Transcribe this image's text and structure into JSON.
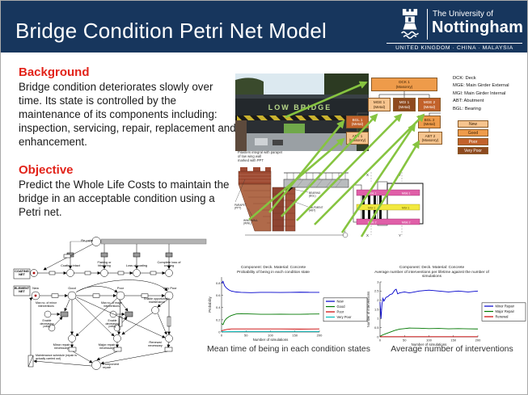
{
  "slide": {
    "title": "Bridge Condition Petri Net Model",
    "logo": {
      "line1": "The University of",
      "line2": "Nottingham",
      "tagline": "UNITED KINGDOM · CHINA · MALAYSIA"
    },
    "colors": {
      "header_bg": "#17365d",
      "heading_red": "#e2231a",
      "arrow_green": "#86c440"
    }
  },
  "background": {
    "heading": "Background",
    "body": "Bridge condition deteriorates slowly over time.  Its state is controlled by the maintenance of its components including: inspection, servicing, repair, replacement and enhancement."
  },
  "objective": {
    "heading": "Objective",
    "body": "Predict the Whole Life Costs to maintain the bridge in an acceptable condition using a Petri net."
  },
  "photo": {
    "sign": "LOW BRIDGE",
    "caption": "Pilasters integral with parapet\nof low wing wall\nmarked with PPT"
  },
  "cross_section": {
    "parapet": "PARAPET\n(PPT)",
    "wing_wall": "WING WALL\n(WWL)",
    "abutment": "ABUTMENT\n(ABT)",
    "bearing": "BEARING\n(BGL)",
    "y_marker": "Y"
  },
  "plan": {
    "mge1": "MGE 1",
    "mgi1": "MGI 1",
    "mge2": "MGE 2",
    "x_marker": "X",
    "y_marker": "Y"
  },
  "hierarchy": {
    "boxes": [
      {
        "label": "DCK 1\n(Masonry)",
        "state": "good"
      },
      {
        "label": "MGE 1\n(Metal)",
        "state": "new"
      },
      {
        "label": "MGI 1\n(Metal)",
        "state": "verypoor"
      },
      {
        "label": "MGE 2\n(Metal)",
        "state": "poor"
      },
      {
        "label": "BGL 1\n(Metal)",
        "state": "poor"
      },
      {
        "label": "ABT 1\n(Masonry)",
        "state": "new"
      },
      {
        "label": "BGL 2\n(Metal)",
        "state": "good"
      },
      {
        "label": "ABT 2\n(Masonry)",
        "state": "new"
      }
    ],
    "legend_lines": [
      "DCK: Deck",
      "MGE: Main Girder External",
      "MGI: Main Girder Internal",
      "ABT: Abutment",
      "BGL: Bearing"
    ],
    "states": [
      {
        "key": "new",
        "label": "New",
        "color": "#f6c48e"
      },
      {
        "key": "good",
        "label": "Good",
        "color": "#ee9b4a"
      },
      {
        "key": "poor",
        "label": "Poor",
        "color": "#c2622b"
      },
      {
        "key": "verypoor",
        "label": "Very Poor",
        "color": "#8e4a1f"
      }
    ]
  },
  "petri": {
    "net1": "COATING\nNET",
    "net2": "ELEMENT\nNET",
    "repaint": "Re-paint",
    "coating_states": [
      "Coating intact",
      "Flaking or blistering",
      "Loss of coating",
      "Complete loss of coating"
    ],
    "element_states": [
      "New",
      "Good",
      "Poor",
      "Very Poor"
    ],
    "minor_max": "Max no. of minor interventions",
    "minor_enable": "Enable decreasing policy",
    "major_max": "Max no. of major interventions",
    "major_enable": "Enable decreasing policy",
    "opportunistic": "Enable opportunistic maintenance",
    "minor_rep": "Minor repair necessary",
    "major_rep": "Major repair necessary",
    "renewal": "Renewal necessary",
    "schedule": "Maintenance schedule (repair is actually carried out)",
    "component_repair": "Component repair"
  },
  "chart_data": [
    {
      "type": "line",
      "title": "Component: Deck. Material: Concrete",
      "subtitle": "Probability of being in each condition state",
      "xlabel": "Number of simulations",
      "ylabel": "Probability",
      "xlim": [
        0,
        200
      ],
      "ylim": [
        0,
        0.9
      ],
      "xticks": [
        0,
        50,
        100,
        150,
        200
      ],
      "yticks": [
        0,
        0.2,
        0.4,
        0.6,
        0.8
      ],
      "legend_position": "right",
      "series": [
        {
          "name": "New",
          "color": "#0000cc",
          "x": [
            0,
            3,
            6,
            10,
            15,
            20,
            30,
            40,
            60,
            80,
            100,
            120,
            140,
            160,
            180,
            200
          ],
          "y": [
            0.8,
            0.83,
            0.76,
            0.72,
            0.69,
            0.67,
            0.655,
            0.65,
            0.645,
            0.65,
            0.65,
            0.648,
            0.65,
            0.652,
            0.65,
            0.65
          ]
        },
        {
          "name": "Good",
          "color": "#007700",
          "x": [
            0,
            3,
            6,
            10,
            15,
            20,
            30,
            40,
            60,
            80,
            100,
            120,
            140,
            160,
            180,
            200
          ],
          "y": [
            0.14,
            0.12,
            0.18,
            0.22,
            0.25,
            0.27,
            0.295,
            0.3,
            0.295,
            0.29,
            0.29,
            0.292,
            0.29,
            0.29,
            0.293,
            0.295
          ]
        },
        {
          "name": "Poor",
          "color": "#cc0000",
          "x": [
            0,
            10,
            20,
            40,
            80,
            120,
            160,
            200
          ],
          "y": [
            0.02,
            0.04,
            0.05,
            0.05,
            0.05,
            0.05,
            0.048,
            0.05
          ]
        },
        {
          "name": "Very Poor",
          "color": "#00bbbb",
          "x": [
            0,
            50,
            100,
            150,
            200
          ],
          "y": [
            0.005,
            0.007,
            0.007,
            0.007,
            0.007
          ]
        }
      ]
    },
    {
      "type": "line",
      "title": "Component: Deck. Material: Concrete",
      "subtitle": "Average number of interventions per lifetime against the number of simulations",
      "xlabel": "Number of simulations",
      "ylabel": "Number of interventions",
      "xlim": [
        0,
        200
      ],
      "ylim": [
        0,
        3
      ],
      "xticks": [
        0,
        50,
        100,
        150,
        200
      ],
      "yticks": [
        0,
        0.5,
        1,
        1.5,
        2,
        2.5,
        3
      ],
      "legend_position": "right",
      "series": [
        {
          "name": "Minor Repair",
          "color": "#0000cc",
          "x": [
            0,
            2,
            4,
            6,
            8,
            12,
            16,
            20,
            25,
            30,
            33,
            36,
            40,
            50,
            60,
            80,
            100,
            120,
            140,
            160,
            180,
            200
          ],
          "y": [
            1.9,
            1.0,
            1.8,
            2.1,
            1.95,
            2.15,
            2.2,
            2.3,
            2.35,
            2.55,
            2.6,
            2.35,
            2.4,
            2.45,
            2.4,
            2.5,
            2.55,
            2.5,
            2.45,
            2.5,
            2.45,
            2.5
          ]
        },
        {
          "name": "Major Repair",
          "color": "#007700",
          "x": [
            0,
            5,
            10,
            20,
            30,
            40,
            50,
            60,
            80,
            100,
            120,
            140,
            160,
            180,
            200
          ],
          "y": [
            0.02,
            0.1,
            0.15,
            0.25,
            0.35,
            0.42,
            0.45,
            0.48,
            0.47,
            0.45,
            0.46,
            0.44,
            0.45,
            0.44,
            0.43
          ]
        },
        {
          "name": "Renewal",
          "color": "#cc0000",
          "x": [
            0,
            100,
            200
          ],
          "y": [
            0.01,
            0.01,
            0.01
          ]
        }
      ]
    }
  ],
  "captions": {
    "chart1": "Mean time of being in each condition states",
    "chart2": "Average number of interventions"
  }
}
